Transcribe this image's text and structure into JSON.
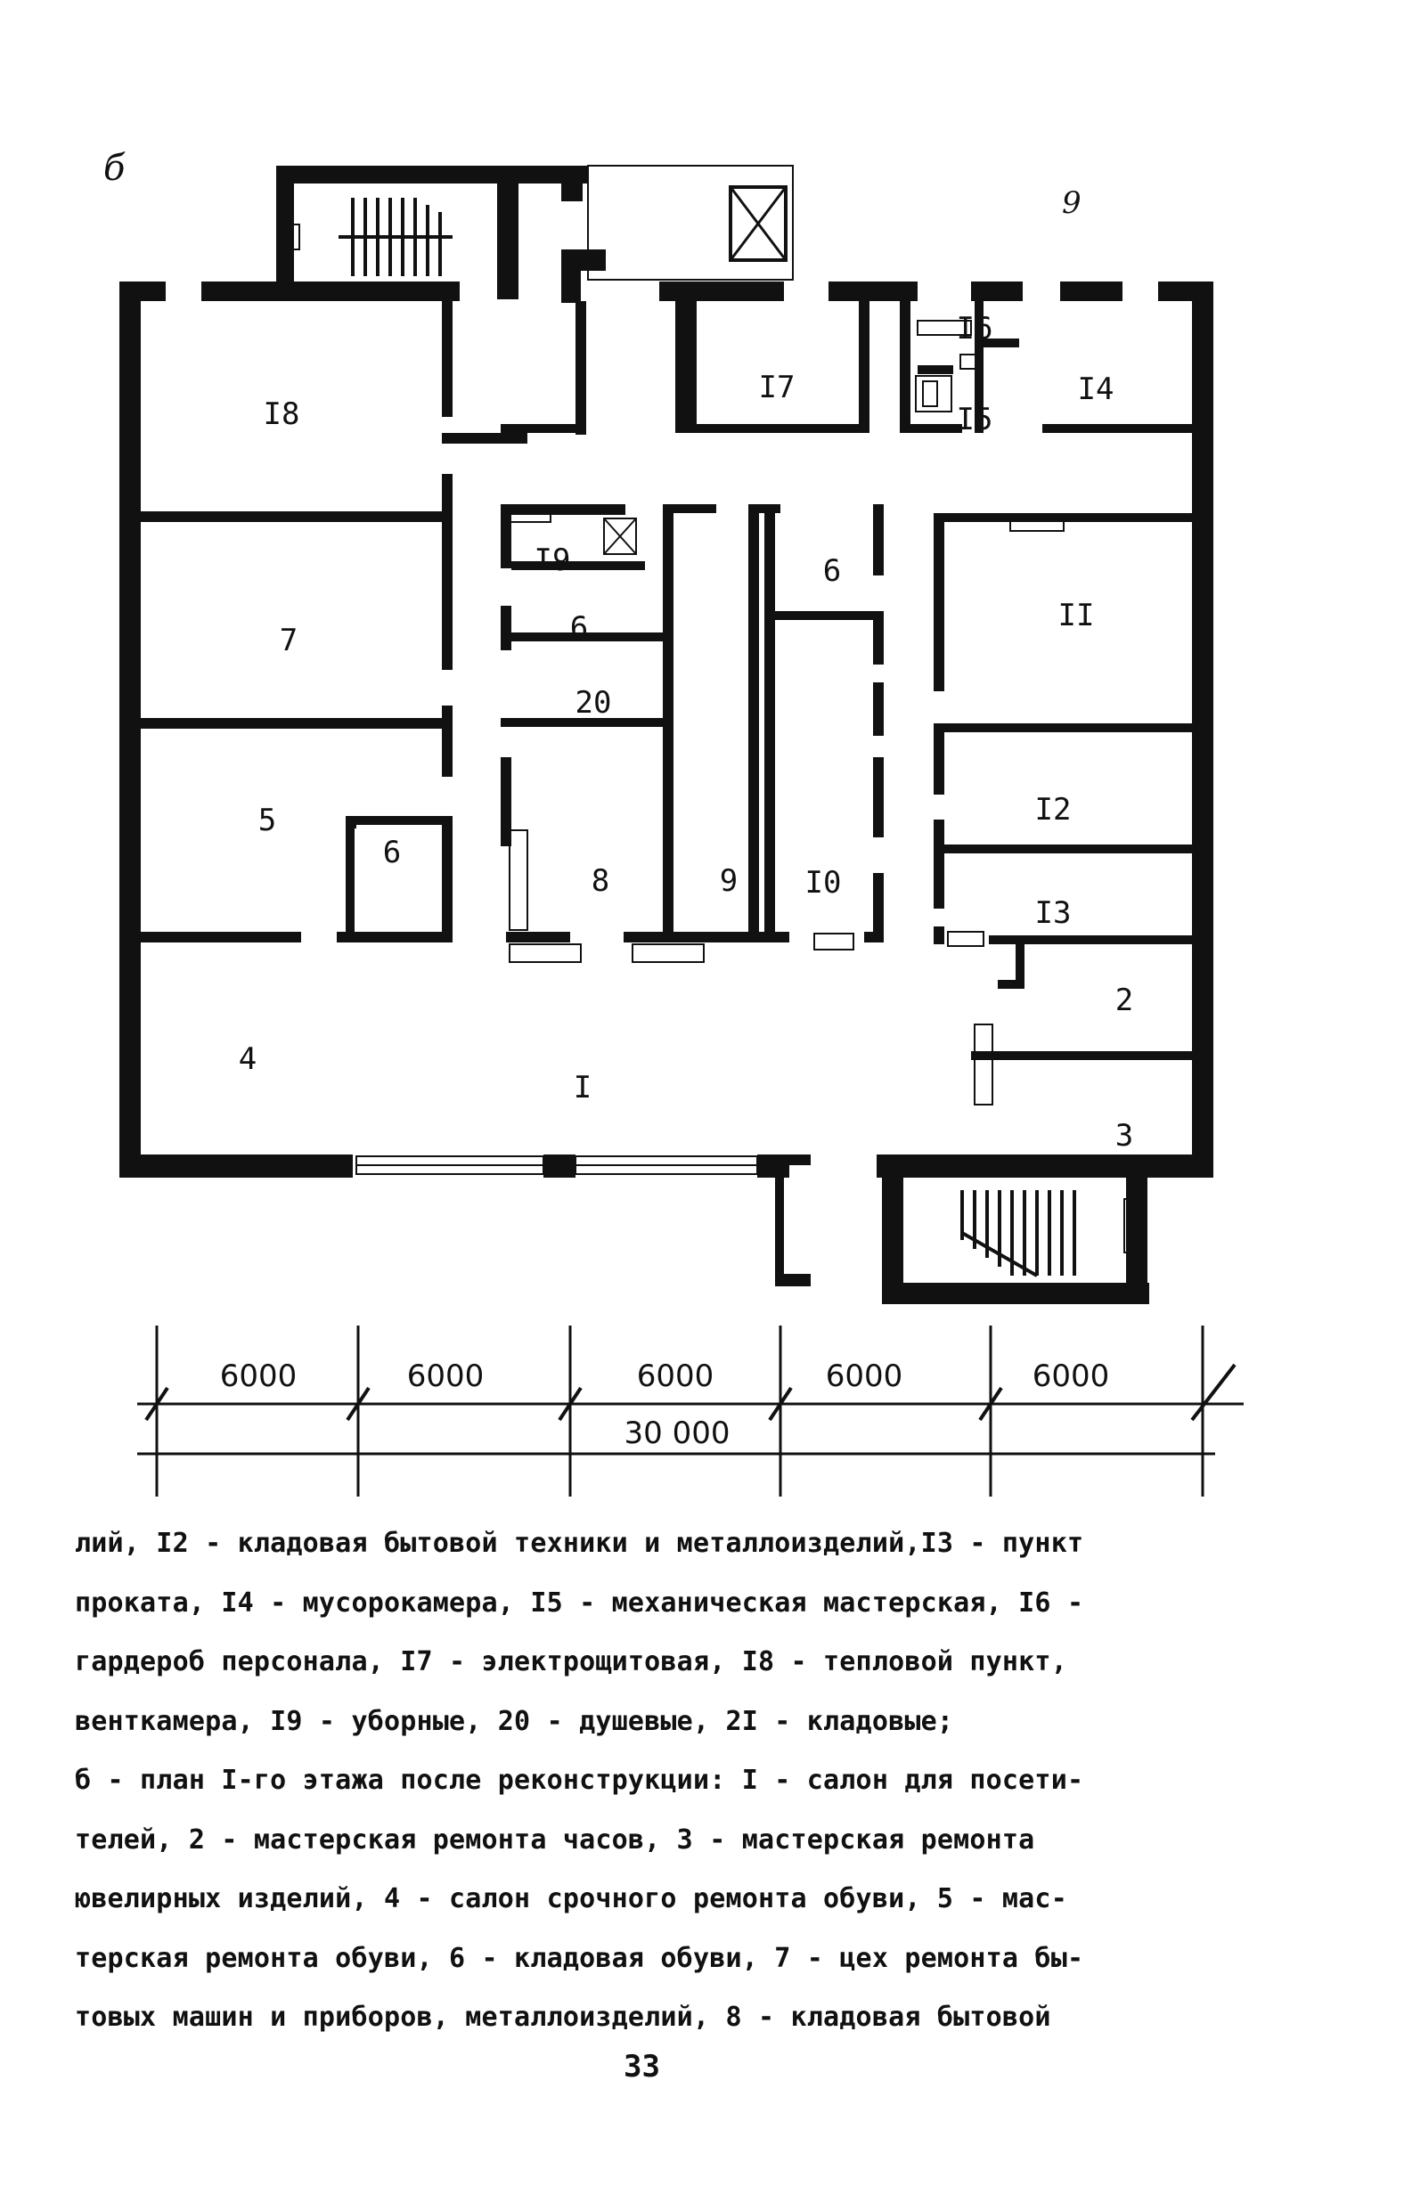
{
  "figure": {
    "label": "б",
    "corner_mark": "9"
  },
  "rooms": [
    {
      "id": "18",
      "label": "I8"
    },
    {
      "id": "17",
      "label": "I7"
    },
    {
      "id": "16",
      "label": "I6"
    },
    {
      "id": "15",
      "label": "I5"
    },
    {
      "id": "14",
      "label": "I4"
    },
    {
      "id": "19",
      "label": "I9"
    },
    {
      "id": "6a",
      "label": "6"
    },
    {
      "id": "20",
      "label": "20"
    },
    {
      "id": "6b",
      "label": "6"
    },
    {
      "id": "11",
      "label": "II"
    },
    {
      "id": "7",
      "label": "7"
    },
    {
      "id": "5",
      "label": "5"
    },
    {
      "id": "6c",
      "label": "6"
    },
    {
      "id": "8",
      "label": "8"
    },
    {
      "id": "9",
      "label": "9"
    },
    {
      "id": "10",
      "label": "I0"
    },
    {
      "id": "12",
      "label": "I2"
    },
    {
      "id": "13",
      "label": "I3"
    },
    {
      "id": "2",
      "label": "2"
    },
    {
      "id": "4",
      "label": "4"
    },
    {
      "id": "1",
      "label": "I"
    },
    {
      "id": "3",
      "label": "3"
    }
  ],
  "dimensions": {
    "spans": [
      "6000",
      "6000",
      "6000",
      "6000",
      "6000"
    ],
    "total": "30 000"
  },
  "caption_lines": [
    "лий, I2 - кладовая бытовой техники и металлоизделий,I3 - пункт",
    "проката, I4 - мусорокамера, I5 - механическая мастерская, I6 -",
    "гардероб персонала, I7  - электрощитовая, I8 - тепловой пункт,",
    "венткамера,  I9  -  уборные,  20  -  душевые,  2I  -  кладовые;",
    "б - план I-го этажа после реконструкции: I - салон для посети-",
    "телей, 2  -  мастерская ремонта часов, 3  - мастерская ремонта",
    "ювелирных изделий, 4  - салон срочного ремонта обуви, 5 - мас-",
    "терская ремонта обуви, 6 - кладовая обуви, 7 - цех ремонта бы-",
    "товых машин  и  приборов, металлоизделий, 8 - кладовая бытовой"
  ],
  "page_number": "33"
}
